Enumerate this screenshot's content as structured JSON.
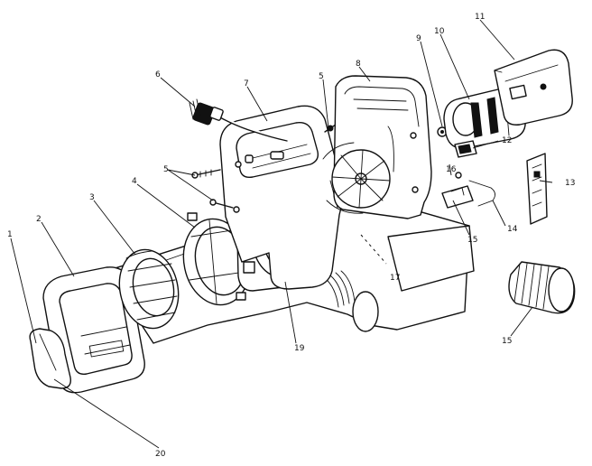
{
  "callouts": {
    "c1": "1",
    "c2": "2",
    "c3": "3",
    "c4": "4",
    "c5a": "5",
    "c5b": "5",
    "c6": "6",
    "c7": "7",
    "c8": "8",
    "c9": "9",
    "c10": "10",
    "c11": "11",
    "c12": "12",
    "c13": "13",
    "c14": "14",
    "c15a": "15",
    "c15b": "15",
    "c16": "16",
    "c17": "17",
    "c19": "19",
    "c20": "20"
  },
  "colors": {
    "ink": "#111111",
    "paper": "#ffffff"
  }
}
